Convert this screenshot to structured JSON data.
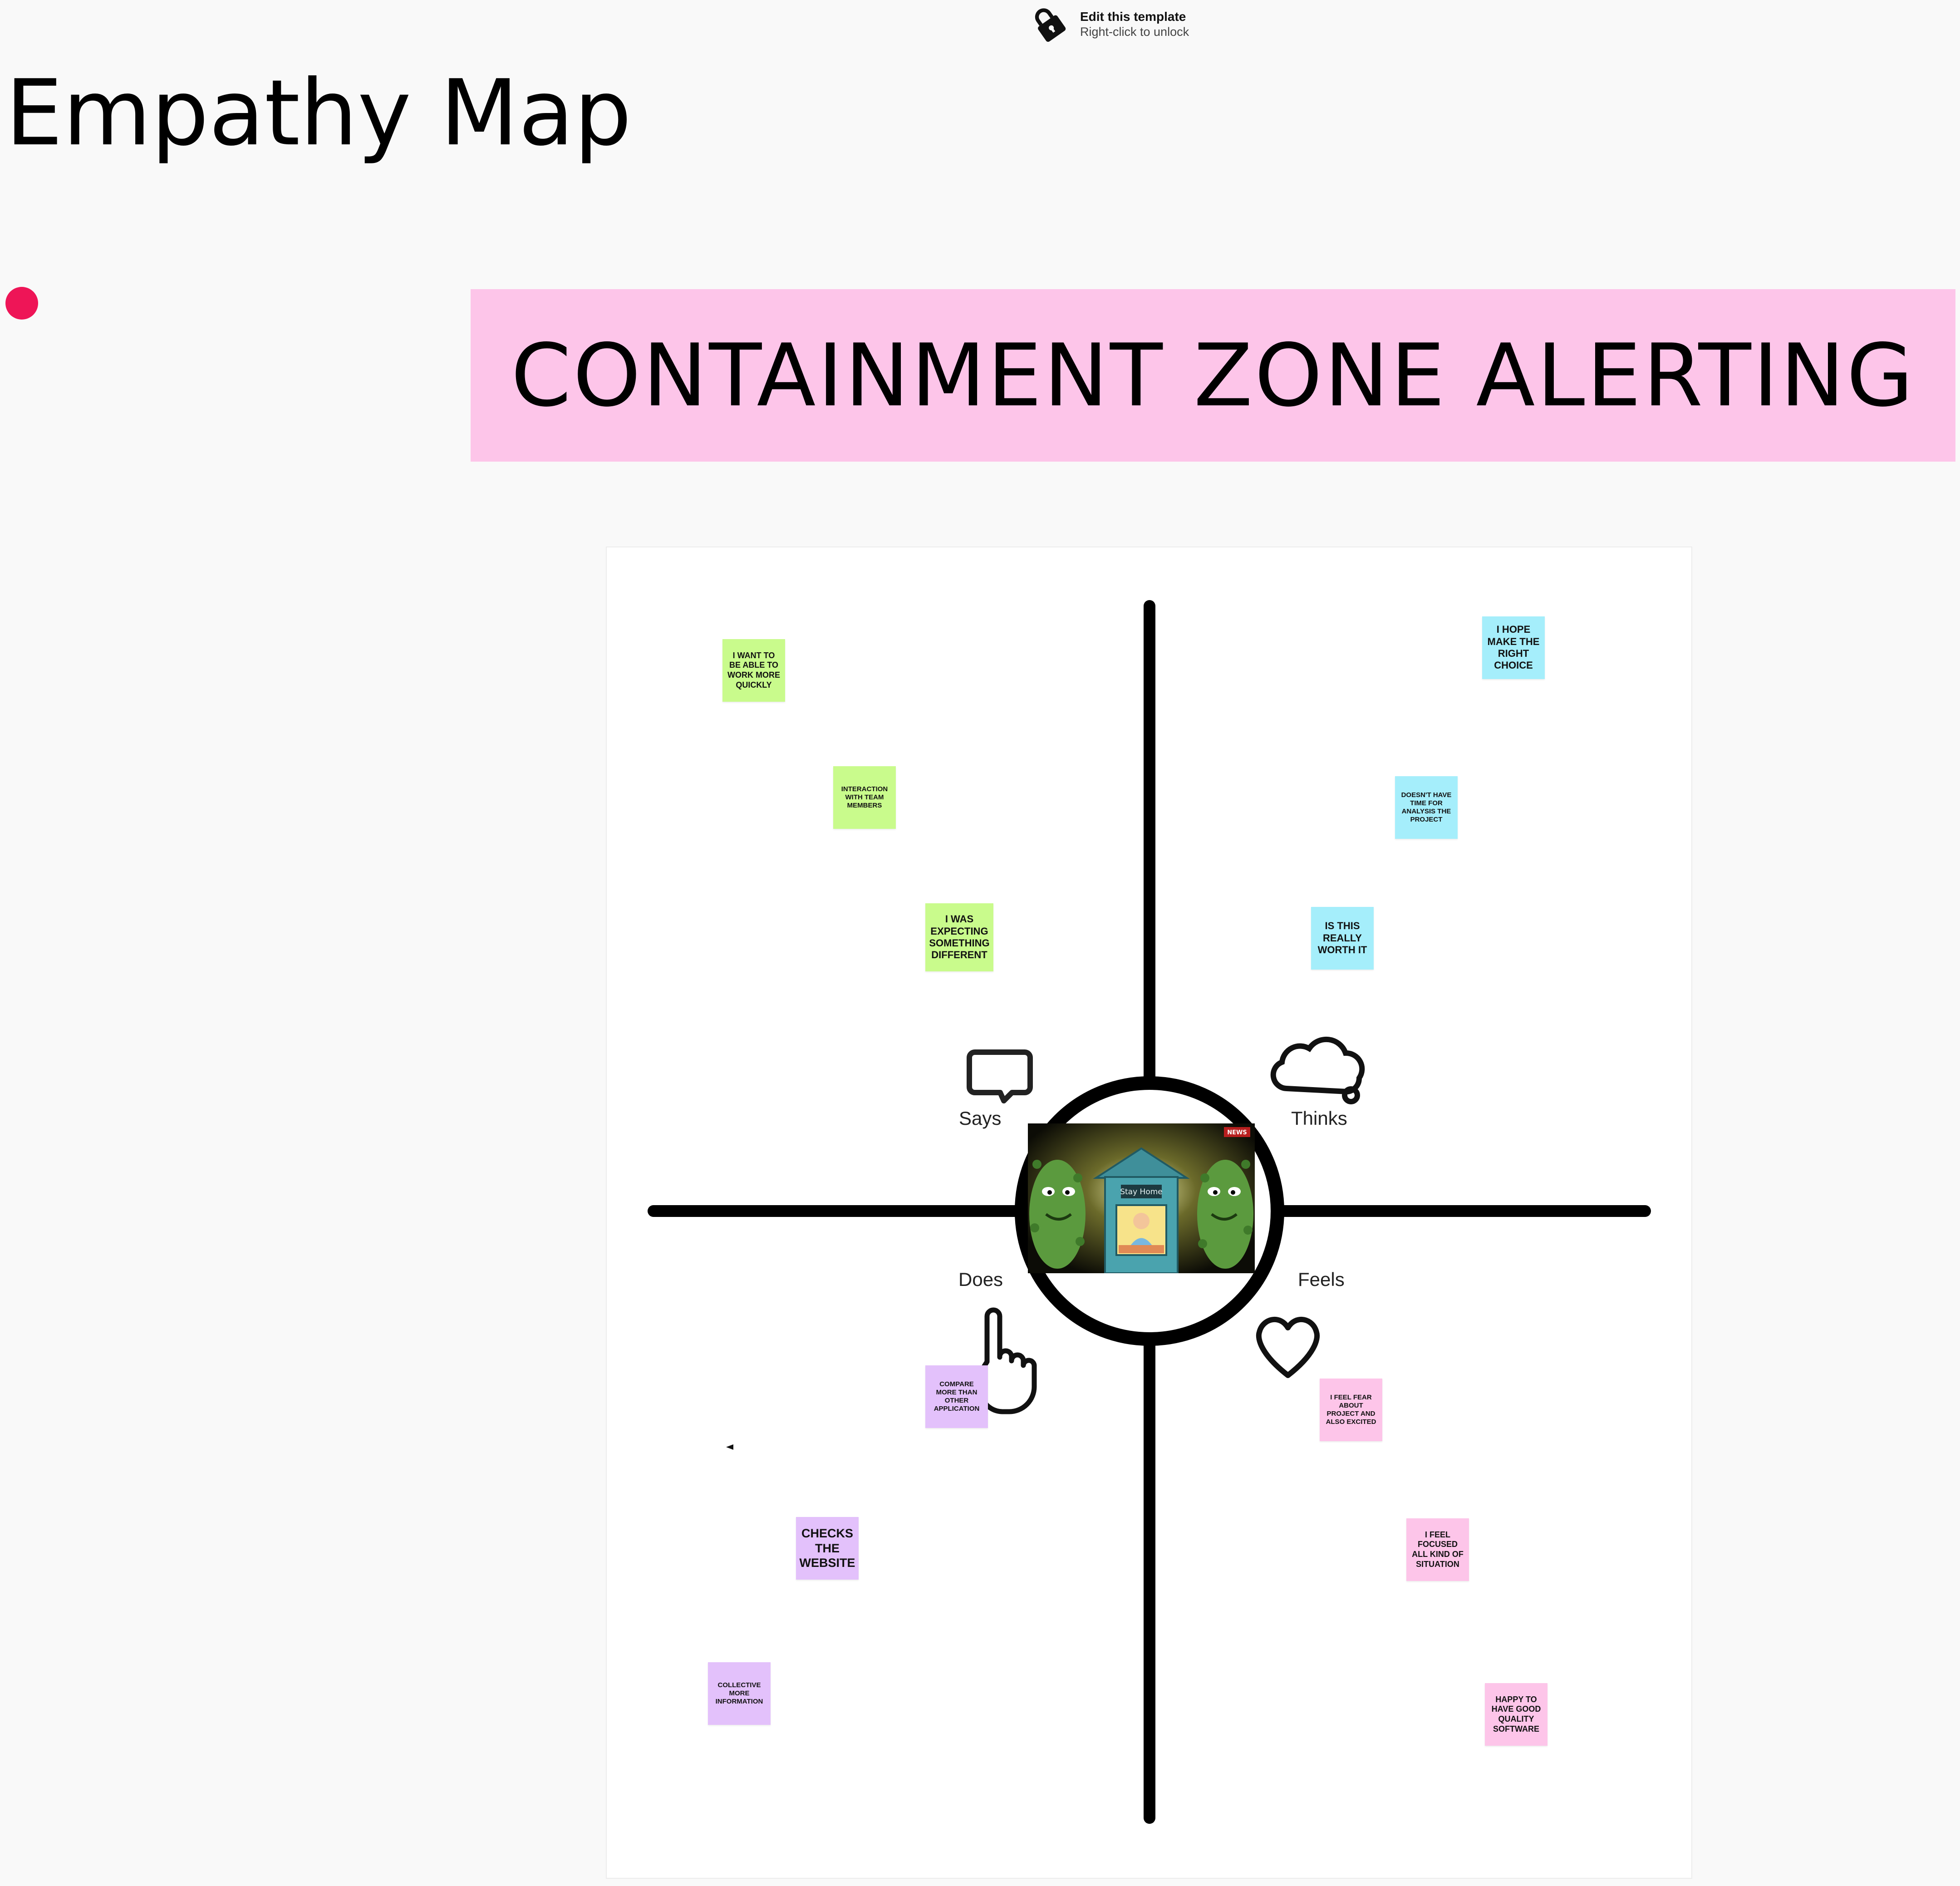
{
  "lock_hint": {
    "title": "Edit this template",
    "subtitle": "Right-click to unlock",
    "icon": "lock-icon"
  },
  "page_title": "Empathy Map",
  "banner": {
    "text": "CONTAINMENT ZONE ALERTING"
  },
  "quadrants": {
    "says": "Says",
    "thinks": "Thinks",
    "does": "Does",
    "feels": "Feels"
  },
  "center_image": {
    "sign": "Stay Home",
    "badge": "NEWS"
  },
  "notes": {
    "says_1": "I WANT TO BE ABLE TO WORK MORE QUICKLY",
    "says_2": "INTERACTION WITH TEAM MEMBERS",
    "says_3": "I WAS EXPECTING SOMETHING DIFFERENT",
    "thinks_1": "I HOPE MAKE THE RIGHT CHOICE",
    "thinks_2": "DOESN'T HAVE TIME FOR ANALYSIS THE PROJECT",
    "thinks_3": "IS THIS REALLY WORTH IT",
    "does_1": "COMPARE MORE THAN OTHER APPLICATION",
    "does_2": "CHECKS THE WEBSITE",
    "does_3": "COLLECTIVE MORE INFORMATION",
    "feels_1": "I FEEL FEAR ABOUT PROJECT AND ALSO EXCITED",
    "feels_2": "I FEEL FOCUSED ALL KIND OF SITUATION",
    "feels_3": "HAPPY TO HAVE GOOD QUALITY SOFTWARE"
  },
  "colors": {
    "background": "#f9f9f9",
    "banner": "#fdc5e9",
    "dot": "#ee1557",
    "says_notes": "#c9fb8c",
    "thinks_notes": "#a5eefb",
    "does_notes": "#e3c1fb",
    "feels_notes": "#fdc5e9"
  }
}
